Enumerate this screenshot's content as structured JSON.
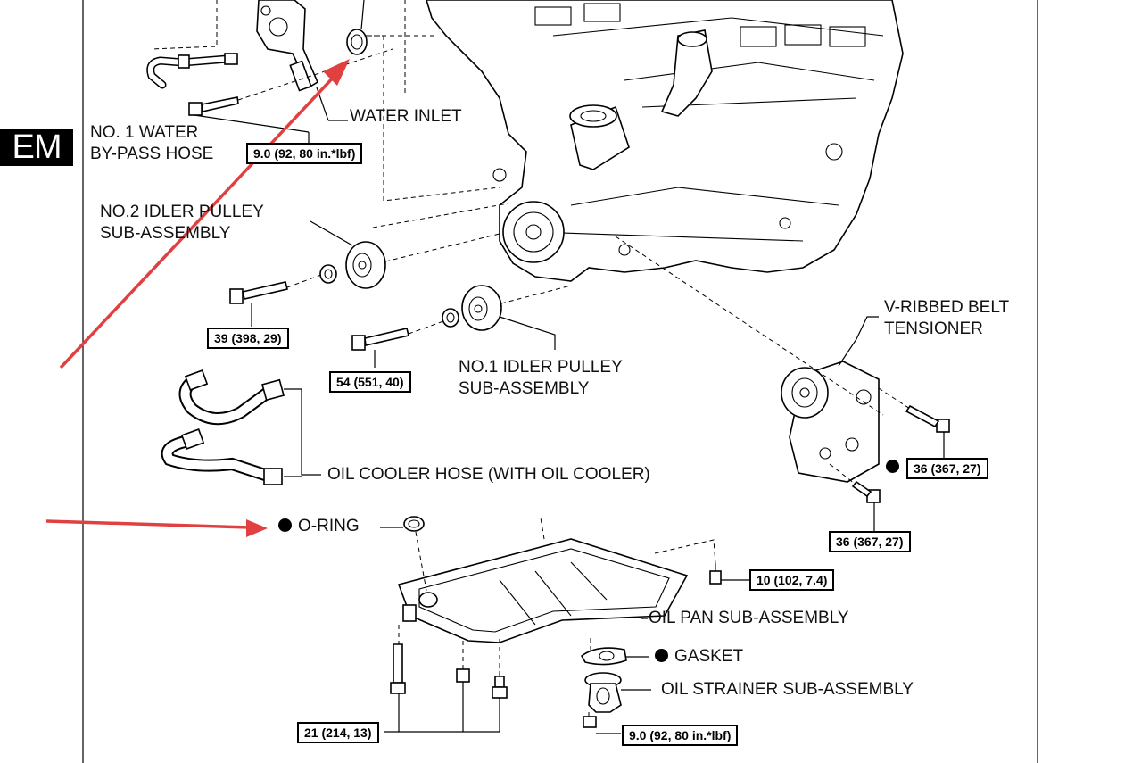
{
  "section_tab": "EM",
  "labels": {
    "water_bypass_hose": [
      "NO. 1 WATER",
      "BY-PASS HOSE"
    ],
    "water_inlet": "WATER INLET",
    "idler2": [
      "NO.2 IDLER PULLEY",
      "SUB-ASSEMBLY"
    ],
    "idler1": [
      "NO.1 IDLER PULLEY",
      "SUB-ASSEMBLY"
    ],
    "belt_tensioner": [
      "V-RIBBED BELT",
      "TENSIONER"
    ],
    "oil_cooler_hose": "OIL COOLER HOSE (WITH OIL COOLER)",
    "oring": "O-RING",
    "oil_pan": "OIL PAN SUB-ASSEMBLY",
    "gasket": "GASKET",
    "oil_strainer": "OIL STRAINER SUB-ASSEMBLY"
  },
  "torques": {
    "water_inlet_bolt": "9.0 (92, 80 in.*lbf)",
    "idler2_bolt": "39 (398, 29)",
    "idler1_bolt": "54 (551, 40)",
    "tensioner_bolt_upper": "36 (367, 27)",
    "tensioner_bolt_lower": "36 (367, 27)",
    "oil_pan_bolt_right": "10 (102, 7.4)",
    "oil_pan_bolts_bottom": "21 (214, 13)",
    "strainer_nut": "9.0 (92, 80 in.*lbf)"
  },
  "colors": {
    "annotation_arrow": "#e04040",
    "ink": "#000000"
  },
  "icons": {
    "non_reusable_marker": "filled-circle-icon"
  }
}
